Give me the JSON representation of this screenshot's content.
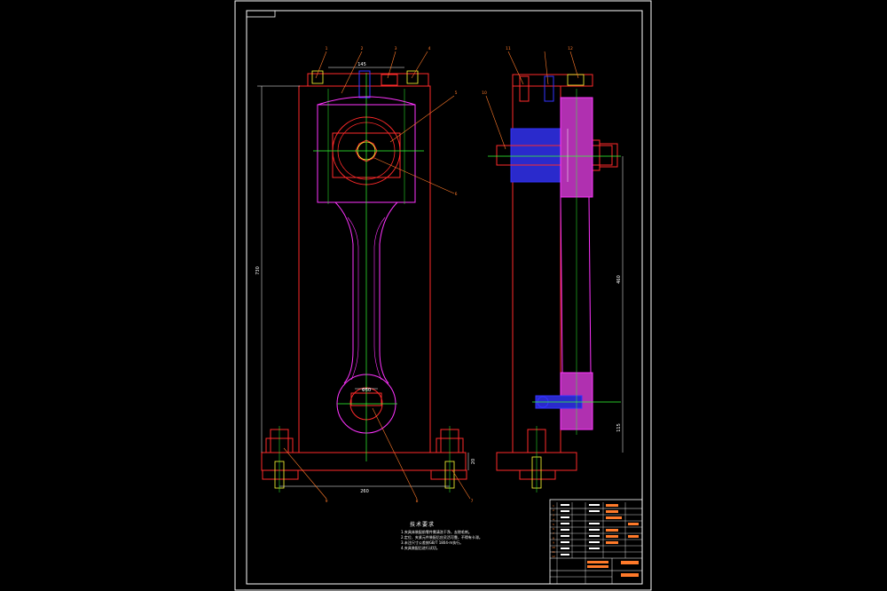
{
  "drawing": {
    "tech_notes_title": "技术要求",
    "tech_notes": [
      "1.夹具体装配前零件需清洗干净，去除毛刺。",
      "2.定位、夹紧元件装配后应灵活可靠，不得有卡滞。",
      "3.未注尺寸公差按GB/T 1804-m执行。",
      "4.夹具装配后进行试切。"
    ]
  },
  "dimensions": {
    "top_width": "145",
    "left_height": "730",
    "small_bore": "Φ50",
    "base_height": "20",
    "base_span": "260",
    "right_height": "460",
    "right_bottom": "115"
  },
  "balloons": [
    "1",
    "2",
    "3",
    "4",
    "5",
    "6",
    "7",
    "8",
    "9",
    "10",
    "11",
    "12"
  ],
  "title_block": {
    "rows": [
      "1",
      "2",
      "3",
      "4",
      "5",
      "6",
      "7",
      "8",
      "9",
      "10",
      "11",
      "12"
    ]
  },
  "colors": {
    "background": "#000000",
    "frame": "#ffffff",
    "fixture": "#ff2a2a",
    "part": "#ff33ff",
    "centerline": "#33ff33",
    "fastener": "#ffff33",
    "section": "#3333ff",
    "leader": "#ff7a2a"
  }
}
